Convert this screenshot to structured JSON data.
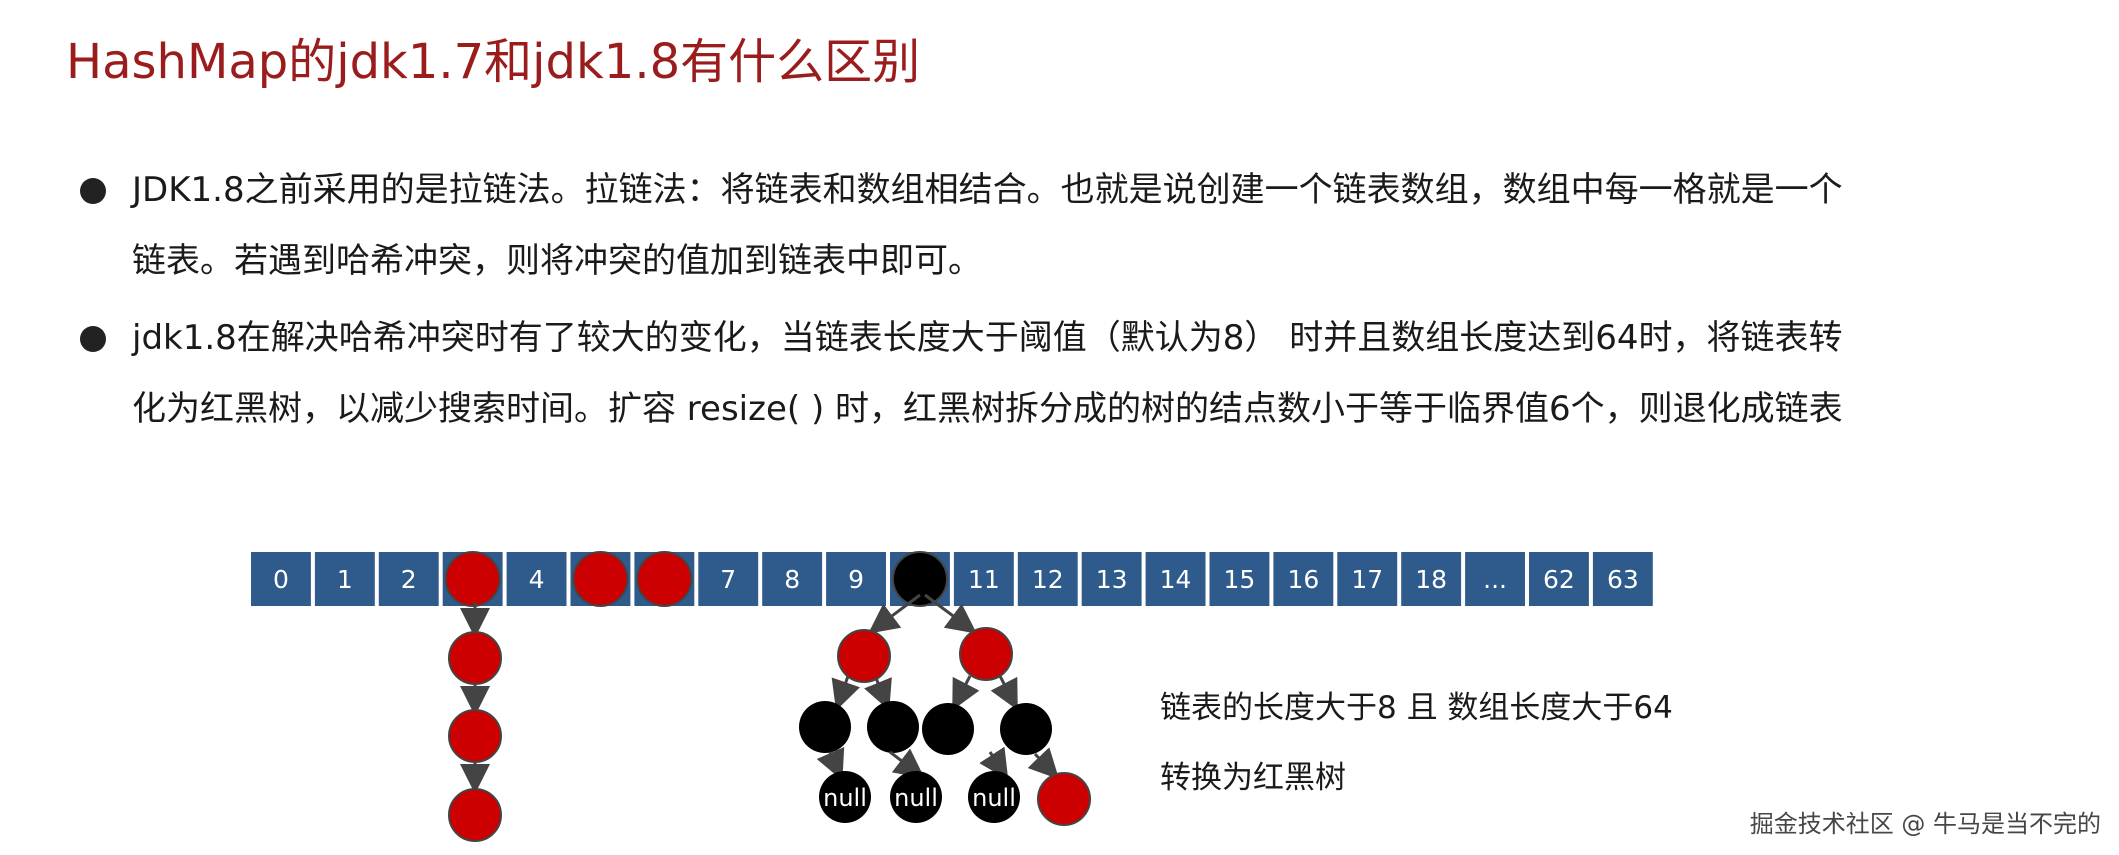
{
  "title": "HashMap的jdk1.7和jdk1.8有什么区别",
  "bullets": [
    {
      "line1": "JDK1.8之前采用的是拉链法。拉链法：将链表和数组相结合。也就是说创建一个链表数组，数组中每一格就是一个",
      "line2": "链表。若遇到哈希冲突，则将冲突的值加到链表中即可。"
    },
    {
      "line1": "jdk1.8在解决哈希冲突时有了较大的变化，当链表长度大于阈值（默认为8） 时并且数组长度达到64时，将链表转",
      "line2": "化为红黑树，以减少搜索时间。扩容 resize( ) 时，红黑树拆分成的树的结点数小于等于临界值6个，则退化成链表"
    }
  ],
  "array_cells": [
    "0",
    "1",
    "2",
    "",
    "4",
    "",
    "",
    "7",
    "8",
    "9",
    "",
    "11",
    "12",
    "13",
    "14",
    "15",
    "16",
    "17",
    "18",
    "...",
    "62",
    "63"
  ],
  "null_label": "null",
  "caption": {
    "line1": "链表的长度大于8 且 数组长度大于64",
    "line2": "转换为红黑树"
  },
  "watermark": "掘金技术社区 @ 牛马是当不完的",
  "colors": {
    "title": "#9b1c1c",
    "array_cell": "#2f5a8c",
    "red_node": "#cc0000",
    "black_node": "#000000"
  }
}
